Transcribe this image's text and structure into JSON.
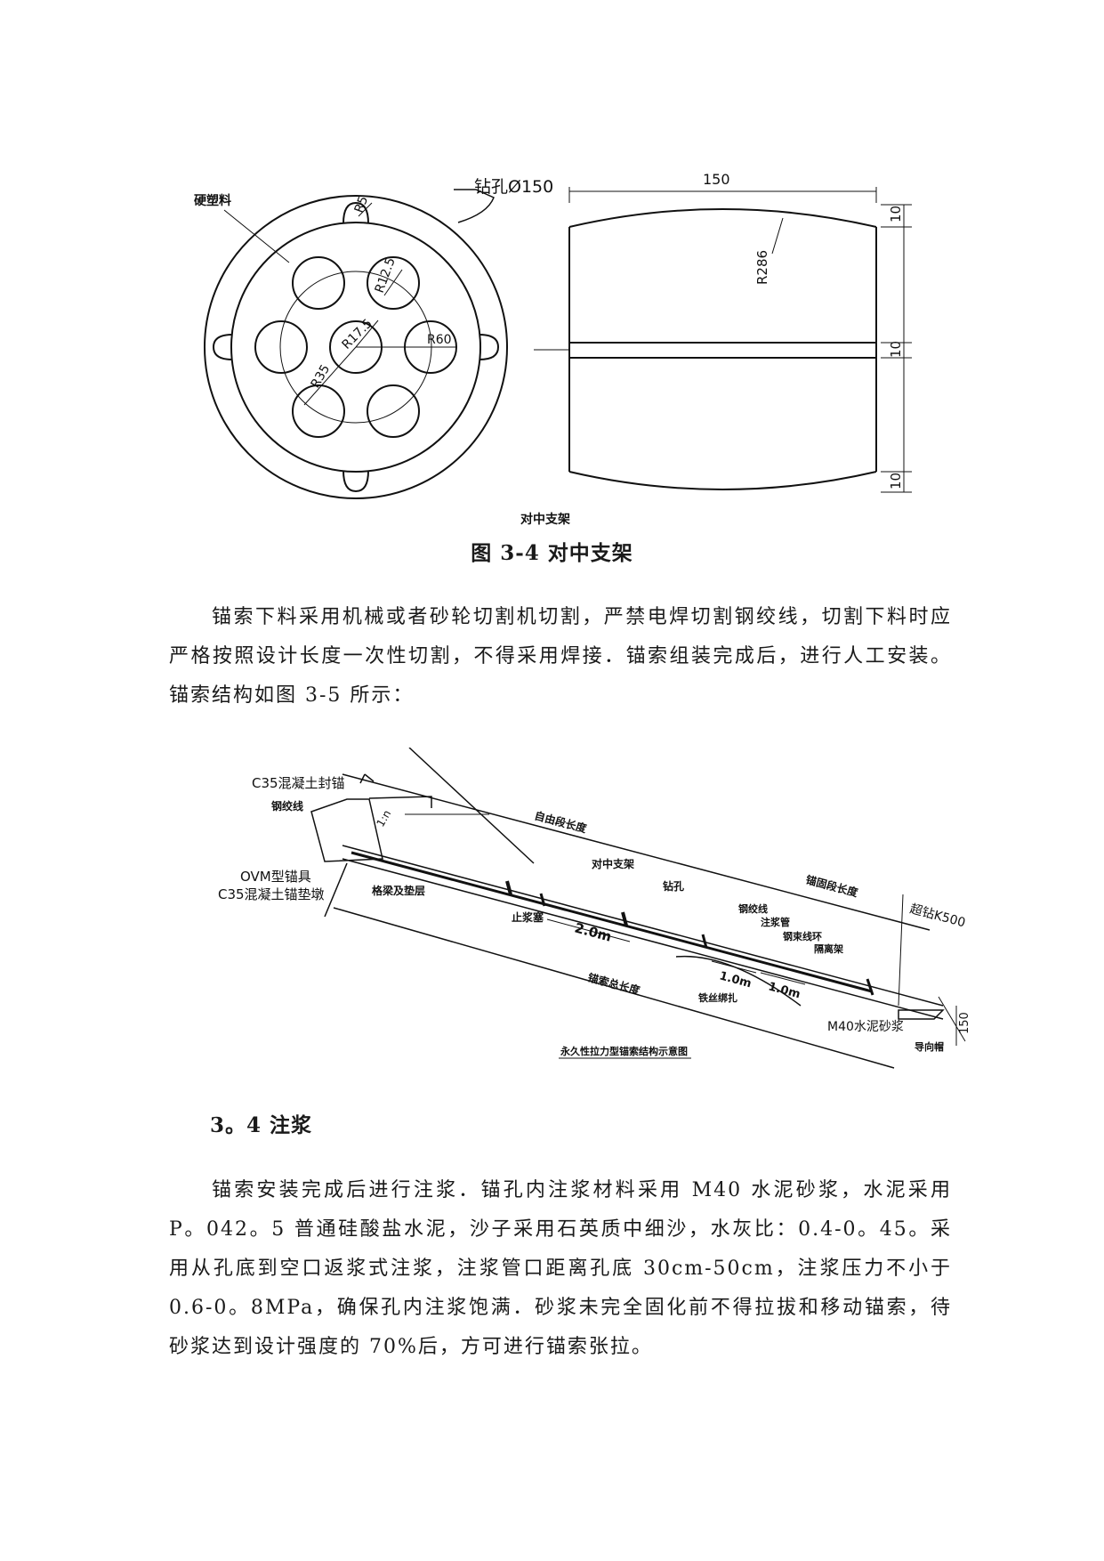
{
  "figure1": {
    "circle_view": {
      "filler_label": "硬塑料",
      "hole_label": "钻孔Ø150",
      "r5": "R5",
      "r12_5": "R12.5",
      "r17_5": "R17.5",
      "r35": "R35",
      "r60": "R60"
    },
    "side_view": {
      "width_dim": "150",
      "radius": "R286",
      "dim_top": "10",
      "dim_mid": "10",
      "dim_bottom": "10"
    },
    "drawing_title": "对中支架",
    "caption": "图 3-4  对中支架"
  },
  "paragraph1": "锚索下料采用机械或者砂轮切割机切割，严禁电焊切割钢绞线，切割下料时应严格按照设计长度一次性切割，不得采用焊接．锚索组装完成后，进行人工安装。锚索结构如图 3-5 所示：",
  "figure2": {
    "c35_seal": "C35混凝土封锚",
    "strand": "钢绞线",
    "ovm": "OVM型锚具",
    "c35_pad": "C35混凝土锚垫墩",
    "beam": "格梁及垫层",
    "slope": "1:n",
    "free_length": "自由段长度",
    "centering": "对中支架",
    "hole": "钻孔",
    "stop": "止浆塞",
    "dim_2m": "2.0m",
    "anchor_length": "锚固段长度",
    "over_drill": "超钻K500",
    "strand2": "钢绞线",
    "grout_pipe": "注浆管",
    "ring": "钢束线环",
    "spacer": "隔离架",
    "wire": "铁丝绑扎",
    "dim_1m_a": "1.0m",
    "dim_1m_b": "1.0m",
    "total_length": "锚索总长度",
    "mortar": "M40水泥砂浆",
    "cap": "导向帽",
    "dim_150": "150",
    "title": "永久性拉力型锚索结构示意图"
  },
  "heading": "3。4  注浆",
  "paragraph2": "锚索安装完成后进行注浆．锚孔内注浆材料采用 M40 水泥砂浆，水泥采用 P。042。5 普通硅酸盐水泥，沙子采用石英质中细沙，水灰比：0.4-0。45。采用从孔底到空口返浆式注浆，注浆管口距离孔底 30cm-50cm，注浆压力不小于 0.6-0。8MPa，确保孔内注浆饱满．砂浆未完全固化前不得拉拔和移动锚索，待砂浆达到设计强度的 70%后，方可进行锚索张拉。"
}
